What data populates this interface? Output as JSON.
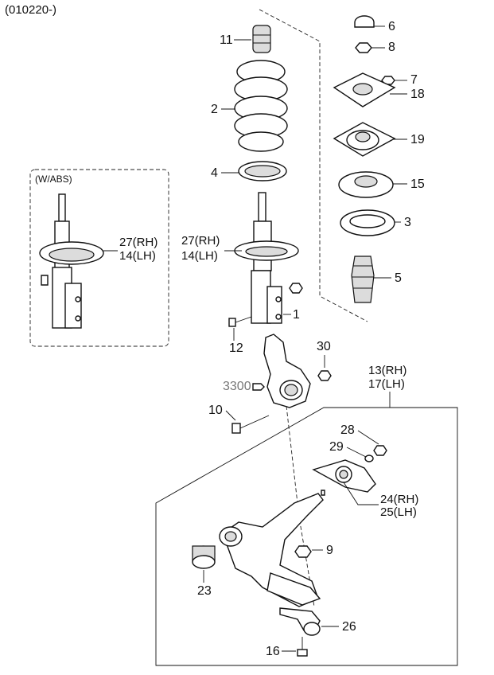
{
  "header": {
    "code": "(010220-)"
  },
  "abs_box": {
    "title": "(W/ABS)"
  },
  "callouts": {
    "c6": "6",
    "c8": "8",
    "c7": "7",
    "c18": "18",
    "c19": "19",
    "c15": "15",
    "c3": "3",
    "c5": "5",
    "c11": "11",
    "c2": "2",
    "c4": "4",
    "c27rh": "27(RH)",
    "c14lh": "14(LH)",
    "c27rh_abs": "27(RH)",
    "c14lh_abs": "14(LH)",
    "c1": "1",
    "c12": "12",
    "c30": "30",
    "c3300": "3300",
    "c13rh": "13(RH)",
    "c17lh": "17(LH)",
    "c10": "10",
    "c28": "28",
    "c29": "29",
    "c24rh": "24(RH)",
    "c25lh": "25(LH)",
    "c9": "9",
    "c23": "23",
    "c26": "26",
    "c16": "16"
  }
}
